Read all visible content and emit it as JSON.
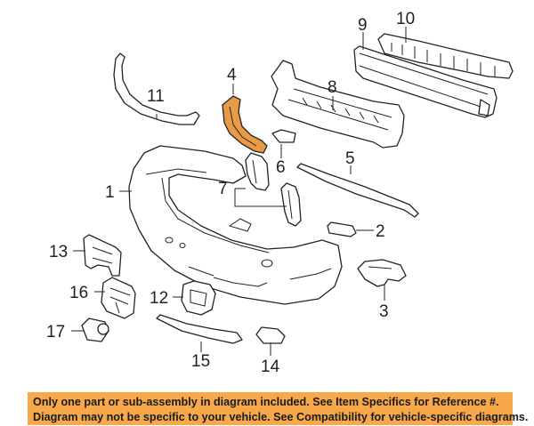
{
  "diagram": {
    "highlighted_part": "4",
    "highlight_color": "#e89a45",
    "callouts": {
      "c1": "1",
      "c2": "2",
      "c3": "3",
      "c4": "4",
      "c5": "5",
      "c6": "6",
      "c7": "7",
      "c8": "8",
      "c9": "9",
      "c10": "10",
      "c11": "11",
      "c12": "12",
      "c13": "13",
      "c14": "14",
      "c15": "15",
      "c16": "16",
      "c17": "17"
    }
  },
  "banner": {
    "background": "#f6a84a",
    "line1": "Only one part or sub-assembly in diagram included. See Item Specifics for Reference #.",
    "line2": "Diagram may not be specific to your vehicle. See Compatibility for vehicle-specific diagrams."
  }
}
